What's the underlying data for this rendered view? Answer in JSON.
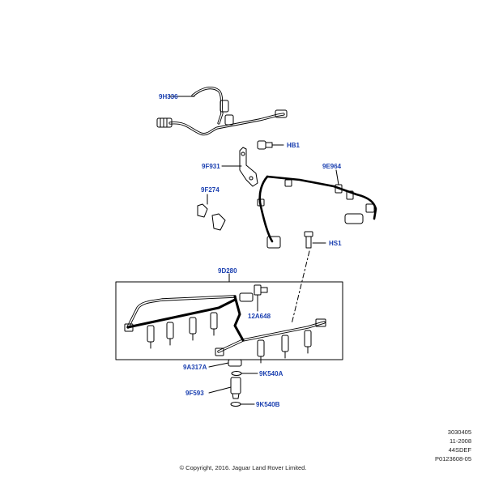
{
  "parts": [
    {
      "id": "9H336"
    },
    {
      "id": "HB1"
    },
    {
      "id": "9F931"
    },
    {
      "id": "9E964"
    },
    {
      "id": "9F274"
    },
    {
      "id": "HS1"
    },
    {
      "id": "9D280"
    },
    {
      "id": "12A648"
    },
    {
      "id": "9A317A"
    },
    {
      "id": "9K540A"
    },
    {
      "id": "9F593"
    },
    {
      "id": "9K540B"
    }
  ],
  "meta": {
    "code": "3030405",
    "date": "11-2008",
    "model": "44SDEF",
    "ref": "P0123608-05"
  },
  "copyright": "© Copyright, 2016. Jaguar Land Rover Limited.",
  "colors": {
    "label": "#1a3fb0",
    "line": "#000000",
    "background": "#ffffff"
  }
}
